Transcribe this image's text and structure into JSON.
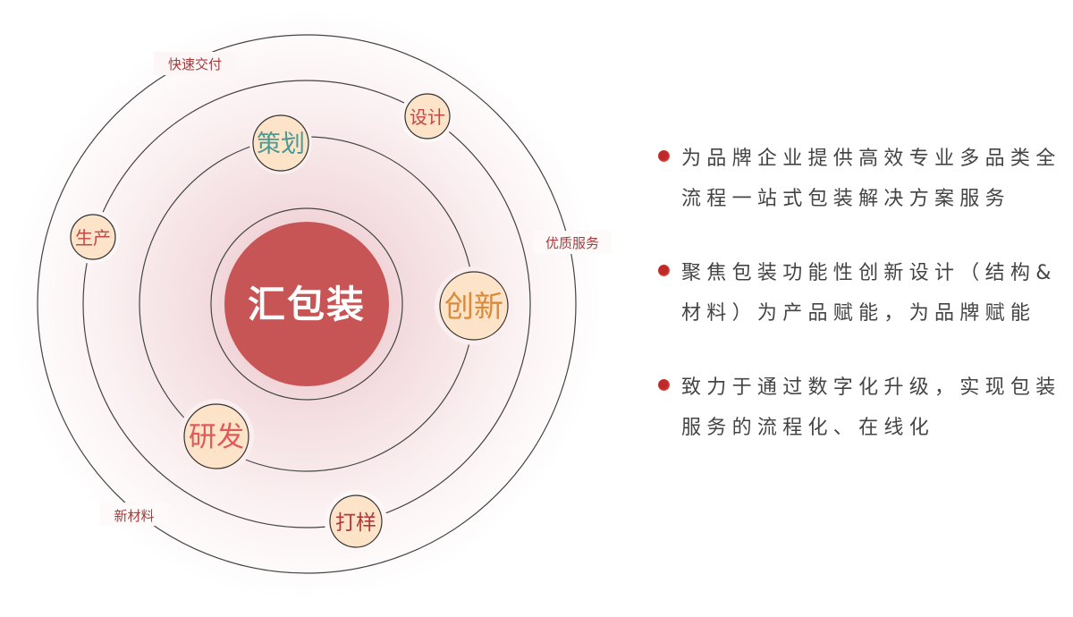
{
  "diagram": {
    "center": "汇包装",
    "nodes": {
      "cehua": "策划",
      "sheji": "设计",
      "shengchan": "生产",
      "chuangxin": "创新",
      "yanfa": "研发",
      "dayang": "打样"
    },
    "ring_labels": {
      "fast": "快速交付",
      "quality": "优质服务",
      "material": "新材料"
    },
    "colors": {
      "center": "#c85555",
      "node_fill": "#fde3c8",
      "label": "#a83a3a"
    }
  },
  "bullets": [
    "为品牌企业提供高效专业多品类全流程一站式包装解决方案服务",
    "聚焦包装功能性创新设计（结构&材料）为产品赋能，为品牌赋能",
    "致力于通过数字化升级，实现包装服务的流程化、在线化"
  ]
}
